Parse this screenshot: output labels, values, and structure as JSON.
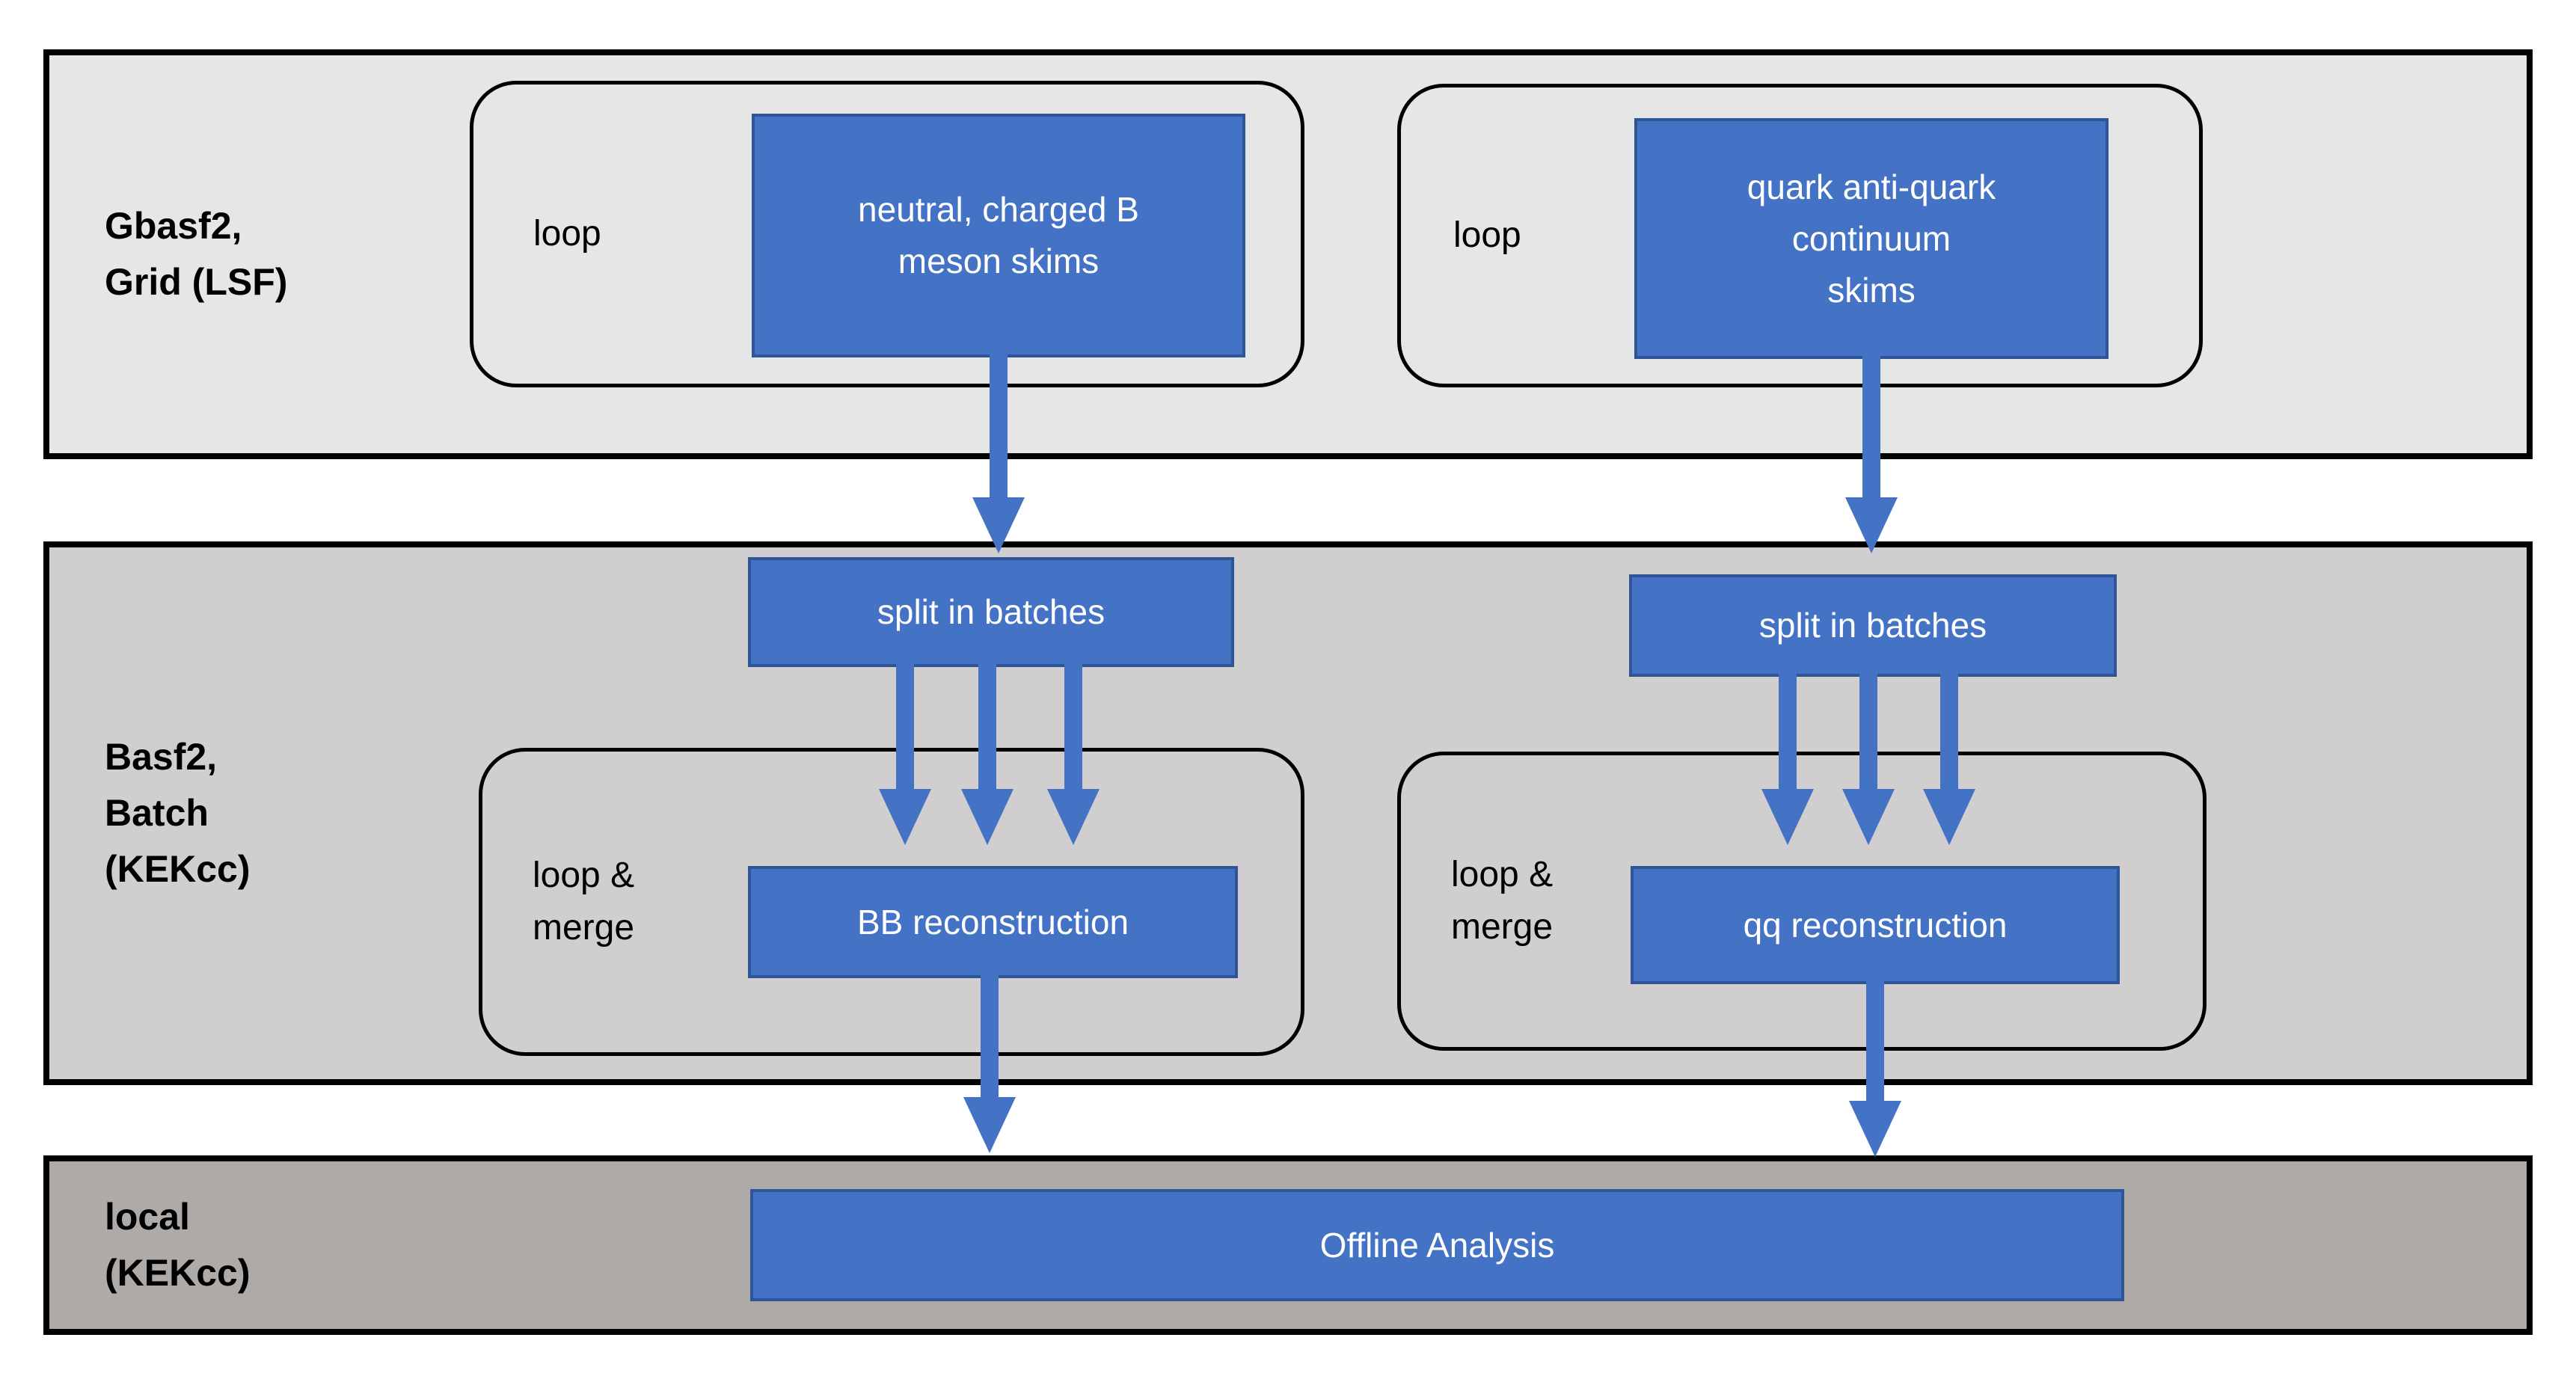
{
  "colors": {
    "blue_fill": "#4472C4",
    "blue_border": "#2F5597",
    "band_top_fill": "#E7E6E6",
    "band_middle_fill": "#D0CECE",
    "band_bottom_fill": "#AEAAA8",
    "outline": "#000000",
    "text_on_blue": "#FFFFFF",
    "text_on_gray": "#000000"
  },
  "bands": {
    "top": {
      "label": "Gbasf2,\nGrid (LSF)"
    },
    "middle": {
      "label": "Basf2,\nBatch\n(KEKcc)"
    },
    "bottom": {
      "label": "local\n(KEKcc)"
    }
  },
  "groups": {
    "top_left_loop": "loop",
    "top_right_loop": "loop",
    "middle_left_loop": "loop &\nmerge",
    "middle_right_loop": "loop &\nmerge"
  },
  "nodes": {
    "b_meson_skims": "neutral, charged B\nmeson skims",
    "continuum_skims": "quark anti-quark\ncontinuum\nskims",
    "split_left": "split in batches",
    "split_right": "split in batches",
    "bb_reconstruction": "BB reconstruction",
    "qq_reconstruction": "qq reconstruction",
    "offline_analysis": "Offline Analysis"
  }
}
